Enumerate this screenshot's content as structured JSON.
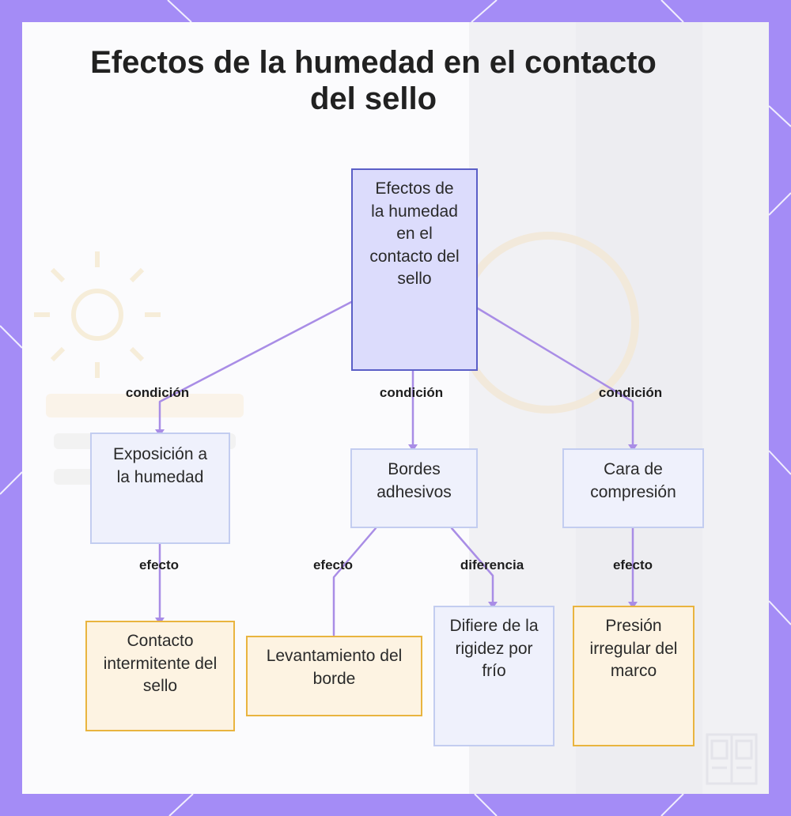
{
  "title": "Efectos de la humedad en el contacto del sello",
  "colors": {
    "frame": "#a48cf6",
    "root_fill": "#dcdcfc",
    "root_border": "#5b5fc7",
    "mid_fill": "#eff1fc",
    "mid_border": "#c3cdf0",
    "leaf_fill": "#fdf3e2",
    "leaf_border": "#e9b43f",
    "connector": "#a98de6"
  },
  "nodes": {
    "root": "Efectos de la humedad en el contacto del sello",
    "exposure": "Exposición a la humedad",
    "adhesive_edges": "Bordes adhesivos",
    "compression_face": "Cara de compresión",
    "intermittent_contact": "Contacto intermitente del sello",
    "edge_lifting": "Levantamiento del borde",
    "cold_rigidity": "Difiere de la rigidez por frío",
    "uneven_pressure": "Presión irregular del marco"
  },
  "edge_labels": {
    "root_to_exposure": "condición",
    "root_to_adhesive": "condición",
    "root_to_compression": "condición",
    "exposure_to_contact": "efecto",
    "adhesive_to_lifting": "efecto",
    "adhesive_to_rigidity": "diferencia",
    "compression_to_pressure": "efecto"
  },
  "icons": [
    "sun-sketch-icon",
    "door-logo-icon"
  ]
}
